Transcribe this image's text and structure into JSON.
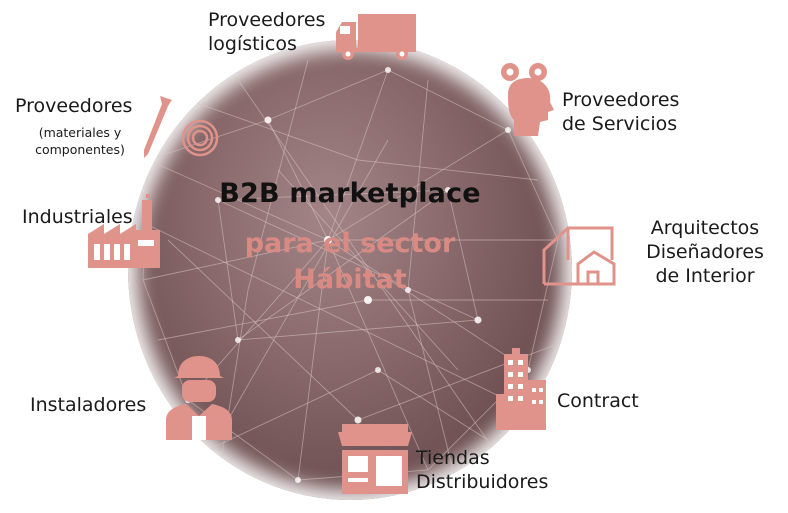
{
  "center": {
    "title": "B2B marketplace",
    "subtitle_line1": "para el sector",
    "subtitle_line2": "Hábitat"
  },
  "colors": {
    "accent": "#e0938a",
    "text": "#1a1a1a",
    "globe": "#7a5b5d"
  },
  "nodes": [
    {
      "icon": "truck-icon",
      "line1": "Proveedores",
      "line2": "logísticos"
    },
    {
      "icon": "person-gears-icon",
      "line1": "Proveedores",
      "line2": "de Servicios"
    },
    {
      "icon": "screw-icon",
      "line1": "Proveedores",
      "line2": "(materiales y",
      "line3": "componentes)"
    },
    {
      "icon": "factory-icon",
      "line1": "Industriales"
    },
    {
      "icon": "house-plan-icon",
      "line1": "Arquitectos",
      "line2": "Diseñadores",
      "line3": "de Interior"
    },
    {
      "icon": "worker-icon",
      "line1": "Instaladores"
    },
    {
      "icon": "buildings-icon",
      "line1": "Contract"
    },
    {
      "icon": "shop-icon",
      "line1": "Tiendas",
      "line2": "Distribuidores"
    }
  ]
}
